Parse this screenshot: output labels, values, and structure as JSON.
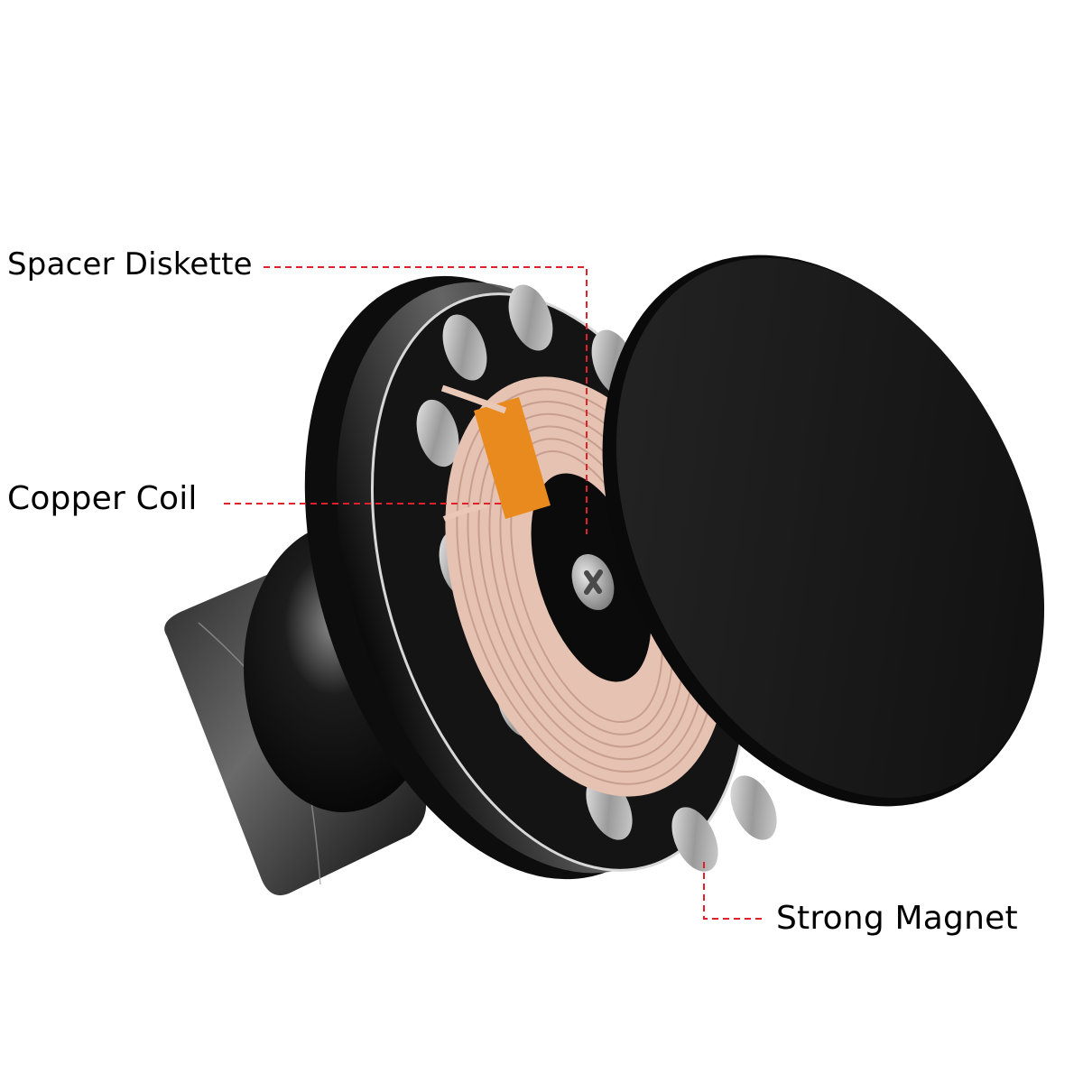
{
  "callouts": [
    {
      "id": "spacer",
      "label": "Spacer Diskette"
    },
    {
      "id": "coil",
      "label": "Copper Coil"
    },
    {
      "id": "magnet",
      "label": "Strong Magnet"
    }
  ],
  "colors": {
    "leader_line": "#e0202a",
    "background": "#ffffff",
    "body_black": "#111111",
    "copper": "#e8c4b4",
    "flex_cable": "#e88a1e",
    "magnet_silver": "#c9c9c9"
  },
  "product": {
    "components": [
      "spacer diskette",
      "copper coil",
      "strong magnet",
      "cover plate",
      "mount base",
      "center screw"
    ]
  }
}
